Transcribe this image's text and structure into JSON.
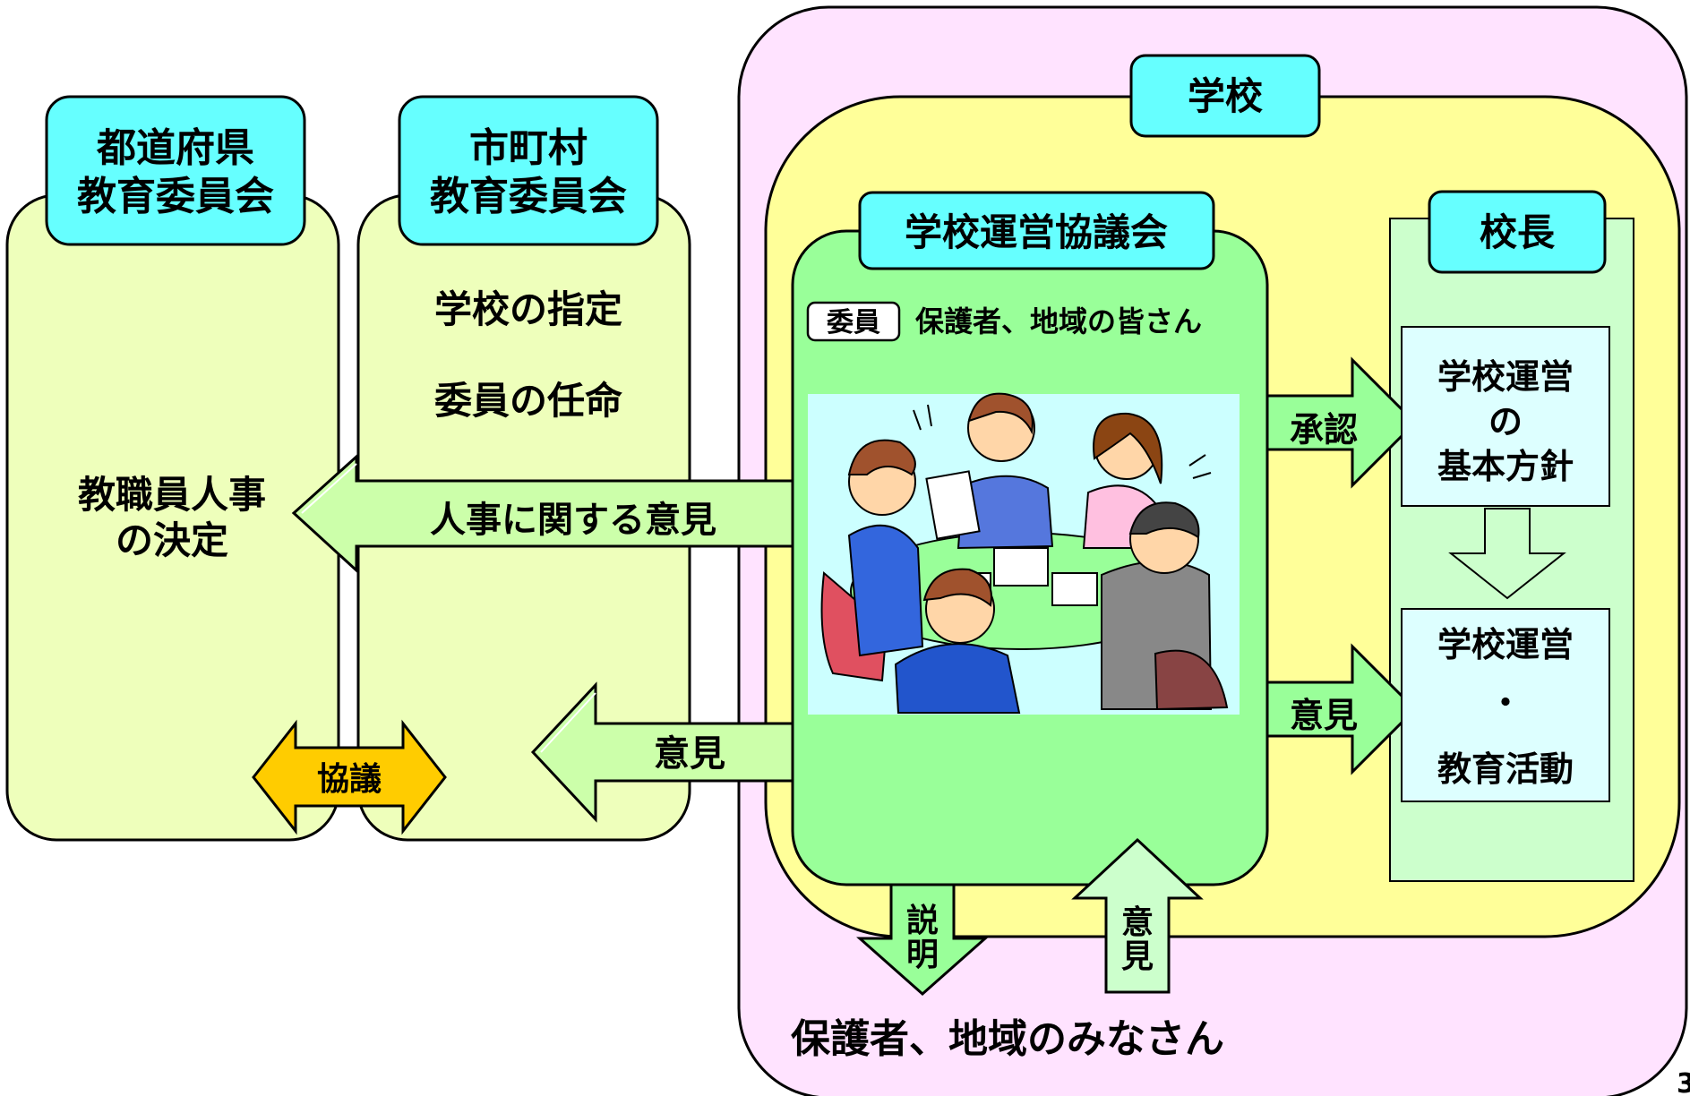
{
  "prefecture_board": {
    "title_line1": "都道府県",
    "title_line2": "教育委員会",
    "text_line1": "教職員人事",
    "text_line2": "の決定"
  },
  "municipal_board": {
    "title_line1": "市町村",
    "title_line2": "教育委員会",
    "text1": "学校の指定",
    "text2": "委員の任命"
  },
  "consult_arrow": {
    "label": "協議"
  },
  "school": {
    "label": "学校"
  },
  "council": {
    "label": "学校運営協議会",
    "members_badge": "委員",
    "members_text": "保護者、地域の皆さん"
  },
  "principal": {
    "label": "校長",
    "policy_line1": "学校運営",
    "policy_line2": "の",
    "policy_line3": "基本方針",
    "activities_line1": "学校運営",
    "activities_line2": "・",
    "activities_line3": "教育活動"
  },
  "arrows": {
    "personnel_opinion": "人事に関する意見",
    "opinion_to_municipal": "意見",
    "approval": "承認",
    "opinion_to_activities": "意見",
    "explain_char1": "説",
    "explain_char2": "明",
    "opinion_up_char1": "意",
    "opinion_up_char2": "見"
  },
  "community": {
    "label": "保護者、地域のみなさん"
  },
  "page_number": "3"
}
